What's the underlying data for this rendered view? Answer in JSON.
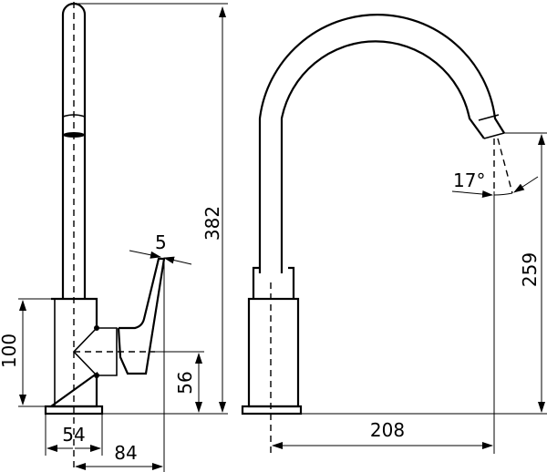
{
  "drawing": {
    "type": "technical-drawing",
    "subject": "single-lever kitchen faucet with swivel spout",
    "views": [
      {
        "name": "side-view",
        "position": "left"
      },
      {
        "name": "front-view",
        "position": "right"
      }
    ],
    "dimensions": {
      "total_height": "382",
      "body_height": "100",
      "lever_axis_height": "56",
      "base_width": "54",
      "lever_reach": "84",
      "lever_thickness": "5",
      "spout_outlet_height": "259",
      "spout_reach": "208",
      "spout_angle": "17°"
    },
    "colors": {
      "line": "#000000",
      "background": "#ffffff"
    }
  }
}
